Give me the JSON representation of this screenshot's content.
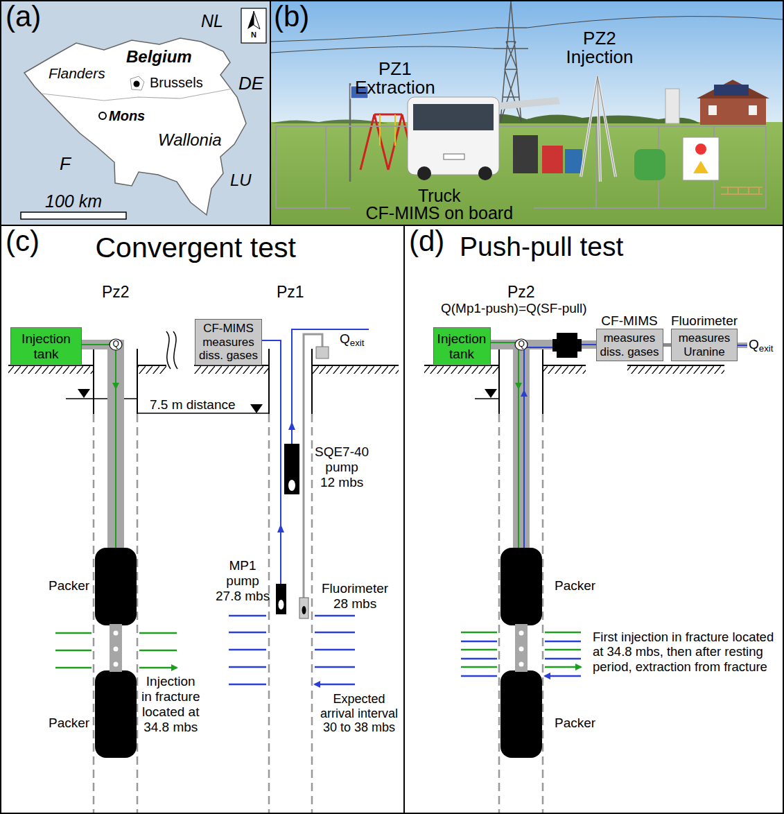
{
  "diagram": {
    "nodes": [
      {
        "text": [
          "(a)"
        ]
      },
      {
        "text": [
          "(b)"
        ]
      },
      {
        "text": [
          "(c)",
          "Convergent test"
        ]
      },
      {
        "text": [
          "Injection tank"
        ],
        "in": 2
      },
      {
        "text": [
          "CF-MIMS",
          "measures diss. gases"
        ],
        "in": 2
      },
      {
        "text": [
          "(d)",
          "Push-pull test"
        ]
      },
      {
        "text": [
          "Injection tank"
        ],
        "in": 5
      },
      {
        "text": [
          "CF-MIMS",
          "measures diss. gases"
        ],
        "in": 5
      },
      {
        "text": [
          "Fluorimeter",
          "measures Uranine"
        ],
        "in": 5
      }
    ],
    "edges": [
      {
        "from": 7,
        "to": 8,
        "arrow": "none"
      }
    ],
    "labels": [
      "NL",
      "N",
      "Belgium",
      "Flanders",
      "Brussels",
      "DE",
      "Mons",
      "Wallonia",
      "F",
      "LU",
      "100 km",
      "PZ1 Extraction",
      "PZ2 Injection",
      "Truck CF-MIMS on board",
      "Pz2",
      "Pz1",
      "Q",
      "Qexit",
      "7.5 m distance",
      "SQE7-40 pump 12 mbs",
      "MP1 pump 27.8 mbs",
      "Fluorimeter 28 mbs",
      "Packer",
      "Packer",
      "Injection in fracture located at 34.8 mbs",
      "Expected arrival interval 30 to 38 mbs",
      "Pz2",
      "Q(Mp1-push)=Q(SF-pull)",
      "Q",
      "Qexit",
      "Packer",
      "Packer",
      "First injection in fracture located at 34.8 mbs, then after resting period, extraction from fracture"
    ]
  }
}
